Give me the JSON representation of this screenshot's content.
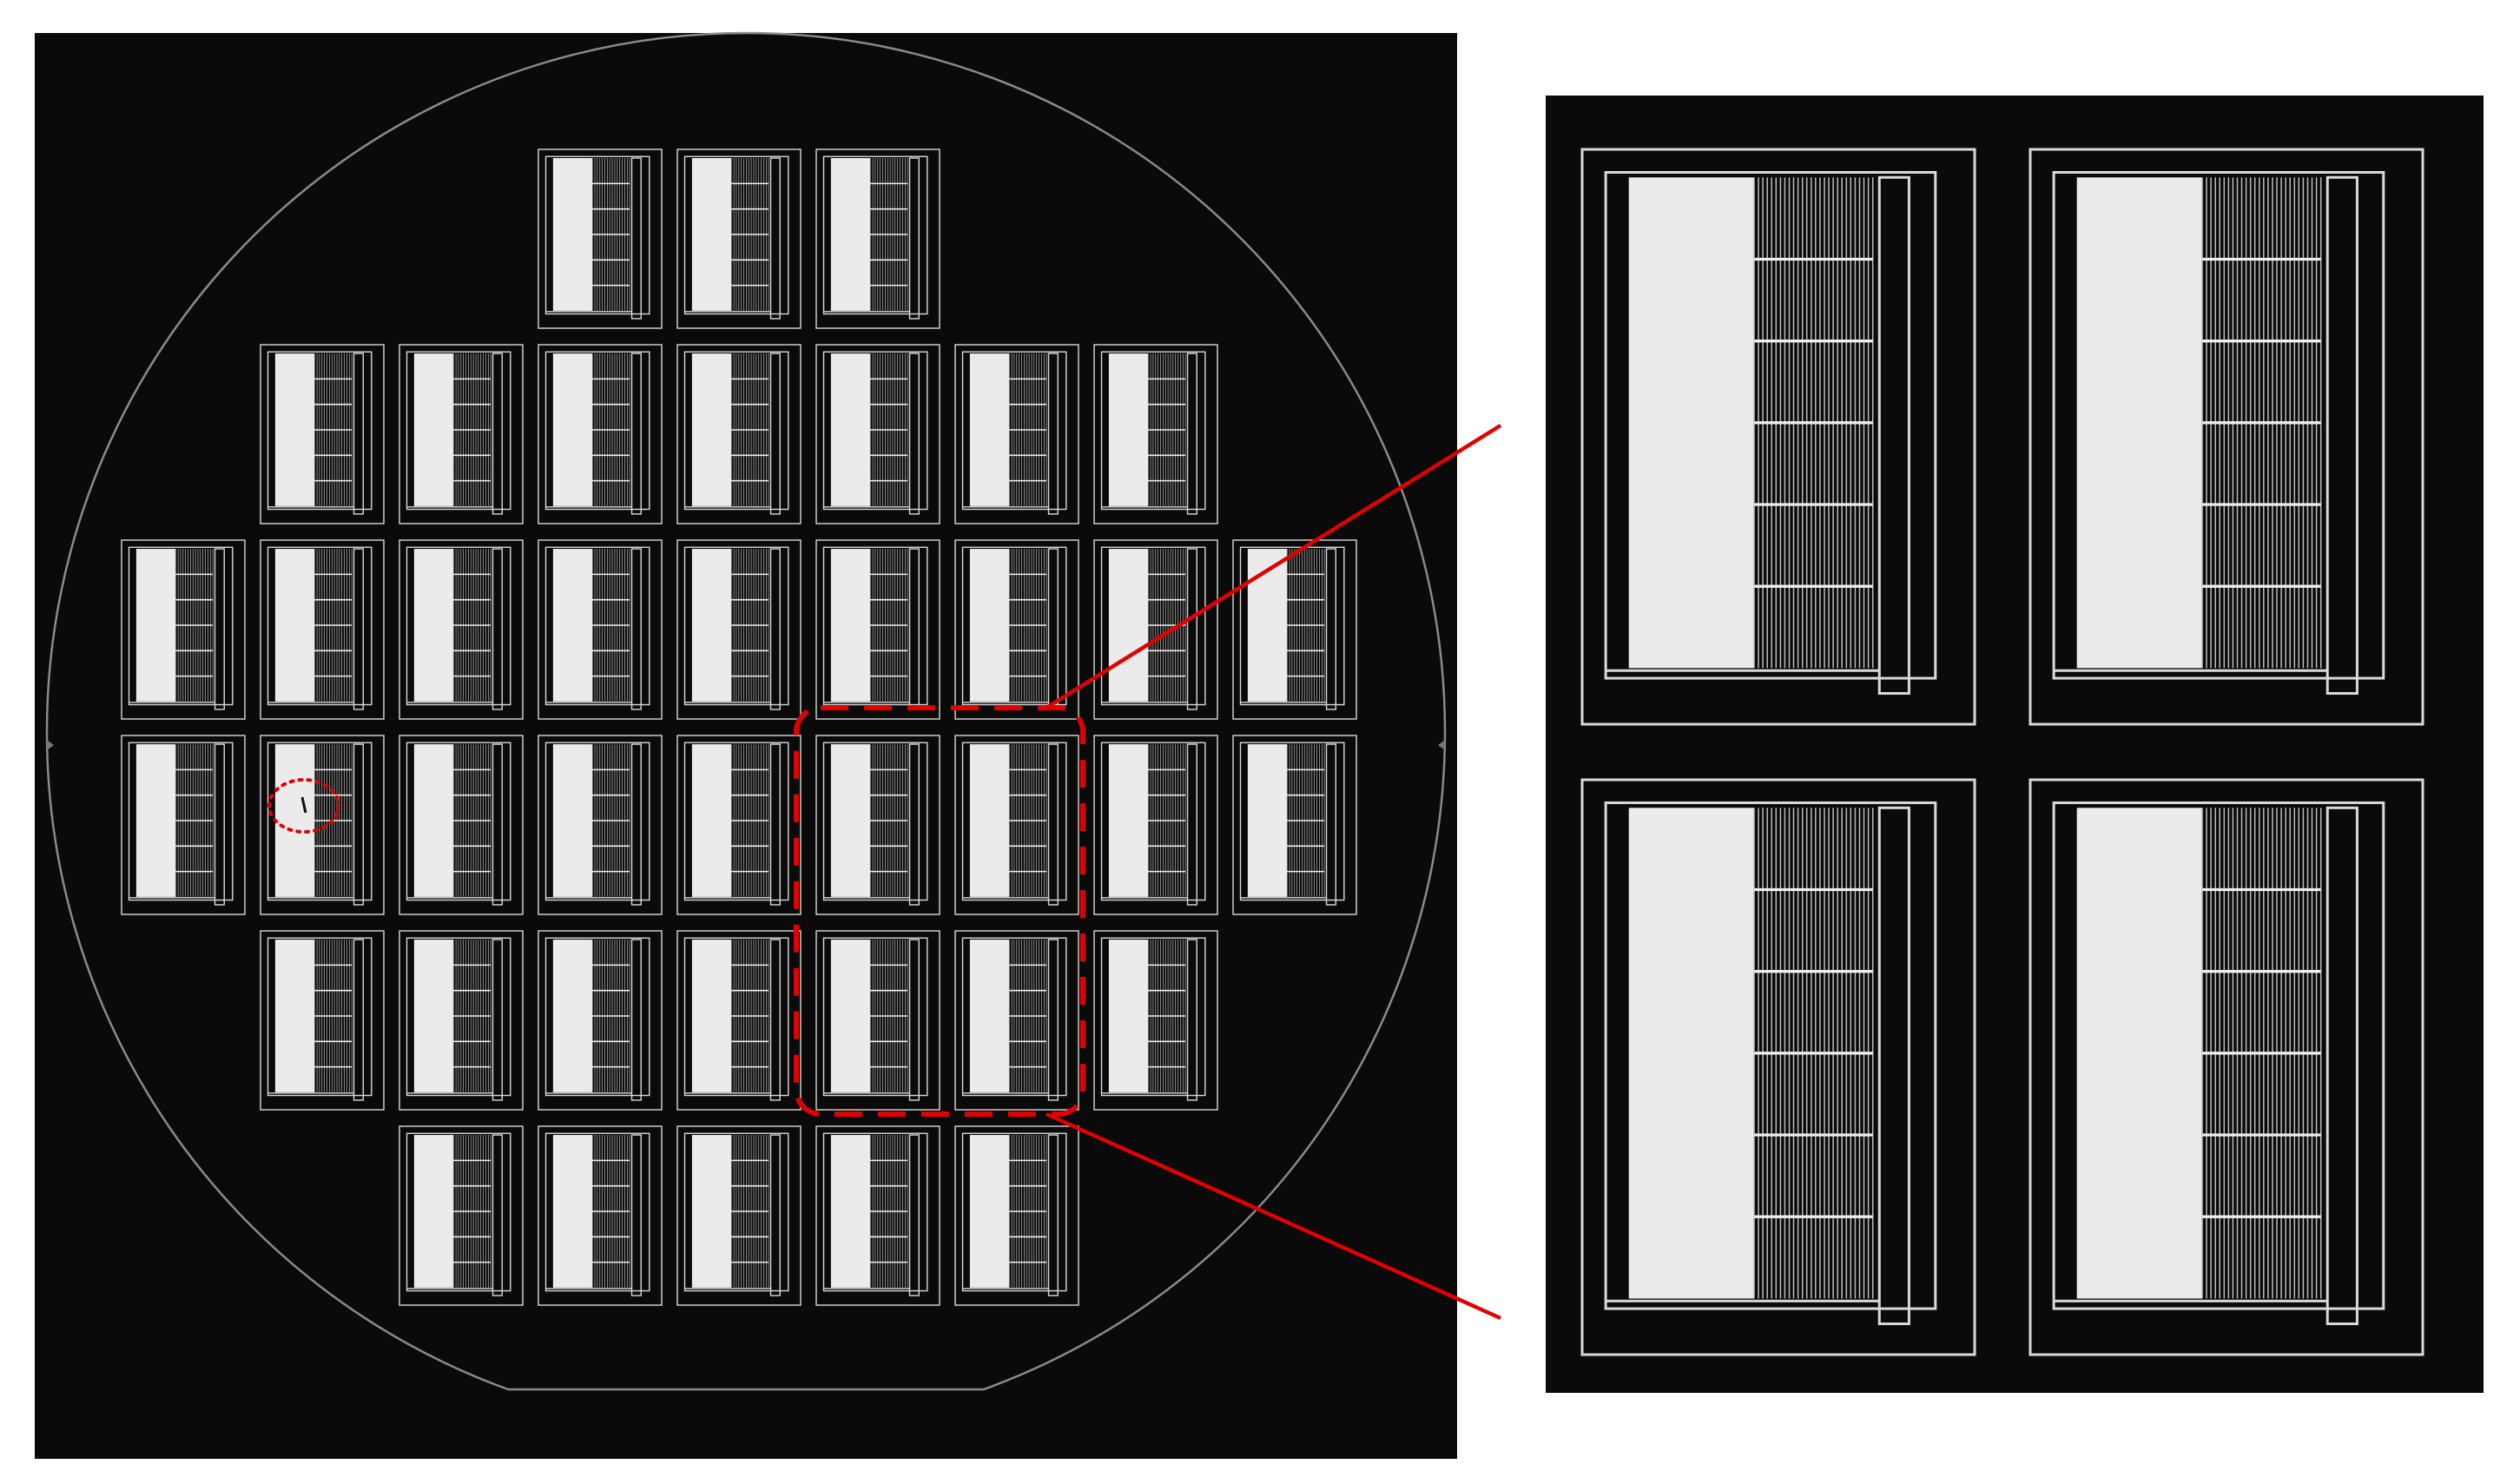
{
  "figure": {
    "background_color": "#ffffff",
    "panel_color": "#0a0a0a",
    "outline_color": "#d9d9d9",
    "fill_color": "#ebebeb",
    "highlight_color": "#e00000"
  },
  "wafer": {
    "rows": [
      3,
      7,
      9,
      9,
      7,
      5
    ],
    "die_count": 40
  },
  "zoom": {
    "rows": 2,
    "columns": 2,
    "die_count": 4
  },
  "annotations": {
    "defect_marker": "dotted-circle",
    "selection": "dashed-rounded-rectangle",
    "connector": "zoom-lines"
  }
}
